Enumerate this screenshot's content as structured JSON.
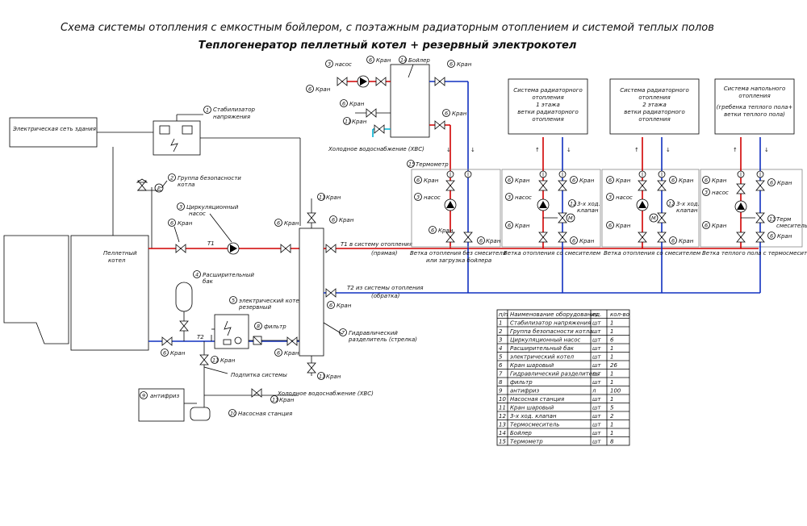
{
  "title_line1": "Схема системы отопления  с емкостным бойлером, с поэтажным радиаторным отоплением и системой теплых полов",
  "title_line2": "Теплогенератор пеллетный котел + резервный электрокотел",
  "labels": {
    "power_grid": "Электрическая сеть здания",
    "stabilizer": "Стабилизатор",
    "stabilizer2": "напряжения",
    "safety_group": "Группа безопасности",
    "safety_group2": "котла",
    "circ_pump": "Циркуляционный",
    "circ_pump2": "насос",
    "pellet_boiler": "Пеллетный",
    "pellet_boiler2": "котел",
    "exp_tank": "Расширительный",
    "exp_tank2": "бак",
    "el_boiler": "электрический котел",
    "el_boiler2": "резервный",
    "filter": "фильтр",
    "hydro_sep": "Гидравлический",
    "hydro_sep2": "разделитель (стрелка)",
    "t1": "T1",
    "t1_supply": "T1 в систему отопления",
    "t1_supply2": "(прямая)",
    "t2": "T2",
    "t2_return": "T2 из системы отопления",
    "t2_return2": "(обратка)",
    "make_up": "Подпитка системы",
    "cold_water": "Холодное водоснабжение (ХВС)",
    "cold_water_top": "Холодное водоснабжение (ХВС)",
    "antifreeze": "антифриз",
    "pump_station": "Насосная станция",
    "boiler": "Бойлер",
    "pump": "насос",
    "valve": "Кран",
    "thermometer": "Термометр",
    "three_way": "3-х ход.",
    "three_way2": "клапан",
    "thermo_mixer": "Терм",
    "thermo_mixer2": "смеситель",
    "sys1_l1": "Система радиаторного",
    "sys1_l2": "отопления",
    "sys1_l3": "1 этажа",
    "sys1_l4": "ветки радиаторного",
    "sys1_l5": "отопления",
    "sys2_l1": "Система радиаторного",
    "sys2_l2": "отопления",
    "sys2_l3": "2 этажа",
    "sys2_l4": "ветки радиаторного",
    "sys2_l5": "отопления",
    "sys3_l1": "Система напольного",
    "sys3_l2": "отопления",
    "sys3_l3": "(гребенка теплого пола+",
    "sys3_l4": "ветки теплого пола)",
    "branch1": "Ветка отопления без смесителя",
    "branch1b": "или загрузка бойлера",
    "branch2": "Ветка отопления со смесителем",
    "branch3": "Ветка отопления со смесителем",
    "branch4": "Ветка теплого пола с термосмесителем"
  },
  "numbers": {
    "n1": "1",
    "n2": "2",
    "n3": "3",
    "n4": "4",
    "n5": "5",
    "n6": "6",
    "n7": "7",
    "n8": "8",
    "n9": "9",
    "n10": "10",
    "n11": "11",
    "n12": "12",
    "n13": "13",
    "n14": "14",
    "n15": "15"
  },
  "table": {
    "headers": [
      "п/п",
      "Наименование оборудования",
      "ед.",
      "кол-во"
    ],
    "rows": [
      [
        "1",
        "Стабилизатор  напряжения",
        "шт",
        "1"
      ],
      [
        "2",
        "Группа безопасности котла",
        "шт",
        "1"
      ],
      [
        "3",
        "Циркуляционный  насос",
        "шт",
        "6"
      ],
      [
        "4",
        "Расширительный бак",
        "шт",
        "1"
      ],
      [
        "5",
        "электрический котел",
        "шт",
        "1"
      ],
      [
        "6",
        "Кран  шаровый",
        "шт",
        "26"
      ],
      [
        "7",
        "Гидравлический разделитель",
        "шт",
        "1"
      ],
      [
        "8",
        "фильтр",
        "шт",
        "1"
      ],
      [
        "9",
        "антифриз",
        "л",
        "100"
      ],
      [
        "10",
        "Насосная станция",
        "шт",
        "1"
      ],
      [
        "11",
        "Кран  шаровый",
        "шт",
        "5"
      ],
      [
        "12",
        "3-х ход.  клапан",
        "шт",
        "2"
      ],
      [
        "13",
        "Термосмеситель",
        "шт",
        "1"
      ],
      [
        "14",
        "Бойлер",
        "шт",
        "1"
      ],
      [
        "15",
        "Термометр",
        "шт",
        "8"
      ]
    ]
  },
  "colors": {
    "supply": "#d00000",
    "return": "#1030c0",
    "cold": "#00b0d0"
  }
}
